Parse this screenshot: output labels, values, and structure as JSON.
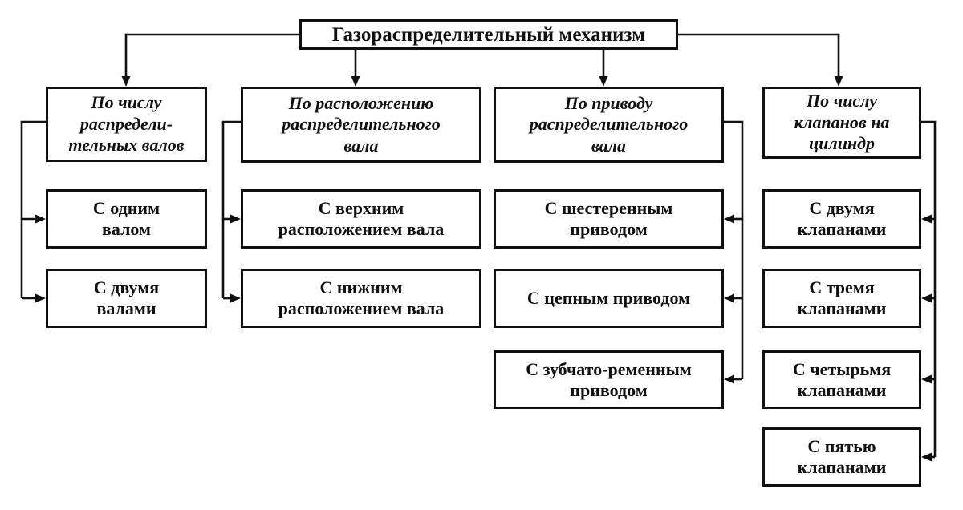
{
  "diagram": {
    "title": "Газораспределительный механизм",
    "colors": {
      "ink": "#101010",
      "background": "#ffffff"
    },
    "root": {
      "label": "Газораспределительный механизм"
    },
    "columns": [
      {
        "category": "По числу\nраспредели-\nтельных валов",
        "children": [
          "С одним\nвалом",
          "С двумя\nвалами"
        ]
      },
      {
        "category": "По расположению\nраспределительного\nвала",
        "children": [
          "С верхним\nрасположением вала",
          "С нижним\nрасположением вала"
        ]
      },
      {
        "category": "По приводу\nраспределительного\nвала",
        "children": [
          "С шестеренным\nприводом",
          "С цепным приводом",
          "С зубчато-ременным\nприводом"
        ]
      },
      {
        "category": "По числу\nклапанов на\nцилиндр",
        "children": [
          "С двумя\nклапанами",
          "С тремя\nклапанами",
          "С четырьмя\nклапанами",
          "С пятью\nклапанами"
        ]
      }
    ]
  }
}
